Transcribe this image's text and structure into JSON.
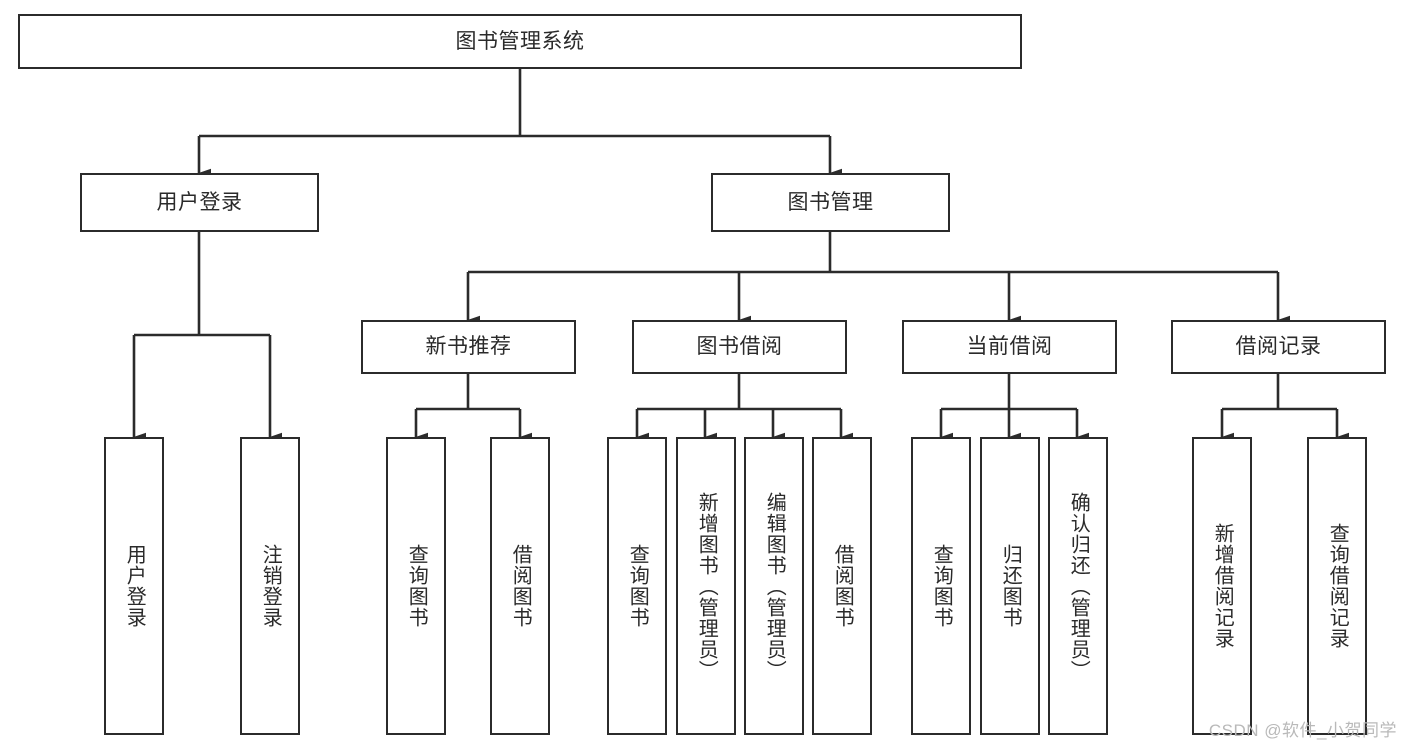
{
  "diagram": {
    "title": "图书管理系统",
    "type": "tree-hierarchy",
    "watermark": "CSDN @软件_小贺同学",
    "nodes": {
      "root": {
        "label": "图书管理系统"
      },
      "level1": [
        {
          "id": "user-login",
          "label": "用户登录"
        },
        {
          "id": "book-management",
          "label": "图书管理"
        }
      ],
      "level2": [
        {
          "id": "new-book-recommend",
          "label": "新书推荐"
        },
        {
          "id": "book-borrow",
          "label": "图书借阅"
        },
        {
          "id": "current-borrow",
          "label": "当前借阅"
        },
        {
          "id": "borrow-record",
          "label": "借阅记录"
        }
      ],
      "leaves": {
        "user_login": [
          {
            "id": "leaf-user-login",
            "label": "用户登录"
          },
          {
            "id": "leaf-logout",
            "label": "注销登录"
          }
        ],
        "new_book_recommend": [
          {
            "id": "leaf-query-book-1",
            "label": "查询图书"
          },
          {
            "id": "leaf-borrow-book-1",
            "label": "借阅图书"
          }
        ],
        "book_borrow": [
          {
            "id": "leaf-query-book-2",
            "label": "查询图书"
          },
          {
            "id": "leaf-add-book",
            "label": "新增图书（管理员）"
          },
          {
            "id": "leaf-edit-book",
            "label": "编辑图书（管理员）"
          },
          {
            "id": "leaf-borrow-book-2",
            "label": "借阅图书"
          }
        ],
        "current_borrow": [
          {
            "id": "leaf-query-book-3",
            "label": "查询图书"
          },
          {
            "id": "leaf-return-book",
            "label": "归还图书"
          },
          {
            "id": "leaf-confirm-return",
            "label": "确认归还（管理员）"
          }
        ],
        "borrow_record": [
          {
            "id": "leaf-add-record",
            "label": "新增借阅记录"
          },
          {
            "id": "leaf-query-record",
            "label": "查询借阅记录"
          }
        ]
      }
    },
    "colors": {
      "stroke": "#2b2b2b",
      "text": "#2a2a2a",
      "background": "#ffffff",
      "watermark": "#b9b9b9"
    }
  }
}
